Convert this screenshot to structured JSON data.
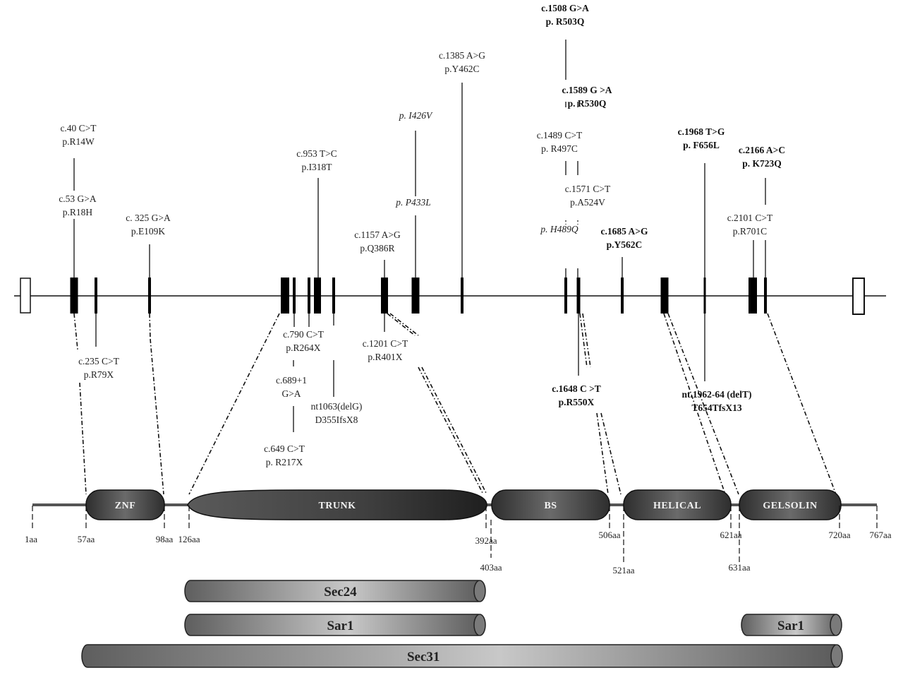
{
  "title": "SEC23B gene and protein domain map with mutations",
  "upper_mutations": [
    {
      "id": "m1",
      "lines": [
        "c.40 C>T",
        "p.R14W"
      ],
      "style": "normal"
    },
    {
      "id": "m2",
      "lines": [
        "c.53 G>A",
        "p.R18H"
      ],
      "style": "normal"
    },
    {
      "id": "m3",
      "lines": [
        "c. 325 G>A",
        "p.E109K"
      ],
      "style": "normal"
    },
    {
      "id": "m4",
      "lines": [
        "c.953 T>C",
        "p.I318T"
      ],
      "style": "normal"
    },
    {
      "id": "m5",
      "lines": [
        "c.1157 A>G",
        "p.Q386R"
      ],
      "style": "normal"
    },
    {
      "id": "m6",
      "lines": [
        "p. I426V"
      ],
      "style": "italic"
    },
    {
      "id": "m7",
      "lines": [
        "p. P433L"
      ],
      "style": "italic"
    },
    {
      "id": "m8",
      "lines": [
        "c.1385 A>G",
        "p.Y462C"
      ],
      "style": "normal"
    },
    {
      "id": "m9",
      "lines": [
        "c.1508 G>A",
        "p. R503Q"
      ],
      "style": "bold"
    },
    {
      "id": "m10",
      "lines": [
        "c.1589 G >A",
        "p. R530Q"
      ],
      "style": "bold"
    },
    {
      "id": "m11",
      "lines": [
        "c.1489 C>T",
        "p. R497C"
      ],
      "style": "normal"
    },
    {
      "id": "m12",
      "lines": [
        "c.1571 C>T",
        "p.A524V"
      ],
      "style": "normal"
    },
    {
      "id": "m13",
      "lines": [
        "p. H489Q"
      ],
      "style": "italic"
    },
    {
      "id": "m14",
      "lines": [
        "c.1685 A>G",
        "p.Y562C"
      ],
      "style": "bold"
    },
    {
      "id": "m15",
      "lines": [
        "c.1968 T>G",
        "p. F656L"
      ],
      "style": "bold"
    },
    {
      "id": "m16",
      "lines": [
        "c.2166 A>C",
        "p. K723Q"
      ],
      "style": "bold"
    },
    {
      "id": "m17",
      "lines": [
        "c.2101 C>T",
        "p.R701C"
      ],
      "style": "normal"
    }
  ],
  "lower_mutations": [
    {
      "id": "l1",
      "lines": [
        "c.235 C>T",
        "p.R79X"
      ],
      "style": "normal"
    },
    {
      "id": "l2",
      "lines": [
        "c.790 C>T",
        "p.R264X"
      ],
      "style": "normal"
    },
    {
      "id": "l3",
      "lines": [
        "c.689+1",
        "G>A"
      ],
      "style": "normal"
    },
    {
      "id": "l4",
      "lines": [
        "c.649 C>T",
        "p. R217X"
      ],
      "style": "normal"
    },
    {
      "id": "l5",
      "lines": [
        "nt1063(delG)",
        "D355IfsX8"
      ],
      "style": "normal"
    },
    {
      "id": "l6",
      "lines": [
        "c.1201 C>T",
        "p.R401X"
      ],
      "style": "normal"
    },
    {
      "id": "l7",
      "lines": [
        "c.1648 C >T",
        "p.R550X"
      ],
      "style": "bold"
    },
    {
      "id": "l8",
      "lines": [
        "nt.1962-64 (delT)",
        "T654TfsX13"
      ],
      "style": "bold"
    }
  ],
  "domains": [
    {
      "name": "ZNF",
      "start": 57,
      "end": 98
    },
    {
      "name": "TRUNK",
      "start": 126,
      "end": 392
    },
    {
      "name": "BS",
      "start": 403,
      "end": 506
    },
    {
      "name": "HELICAL",
      "start": 521,
      "end": 621
    },
    {
      "name": "GELSOLIN",
      "start": 631,
      "end": 720
    }
  ],
  "aa_markers": [
    "1aa",
    "57aa",
    "98aa",
    "126aa",
    "392aa",
    "403aa",
    "506aa",
    "521aa",
    "621aa",
    "631aa",
    "720aa",
    "767aa"
  ],
  "protein_length": 767,
  "interaction_bars": [
    {
      "name": "Sec24",
      "label": "Sec24"
    },
    {
      "name": "Sar1",
      "label": "Sar1"
    },
    {
      "name": "Sar1-c",
      "label": "Sar1"
    },
    {
      "name": "Sec31",
      "label": "Sec31"
    }
  ],
  "colors": {
    "domain_fill": "#4a4a4a",
    "bar_fill": "#8c8c8c",
    "line": "#111111"
  }
}
